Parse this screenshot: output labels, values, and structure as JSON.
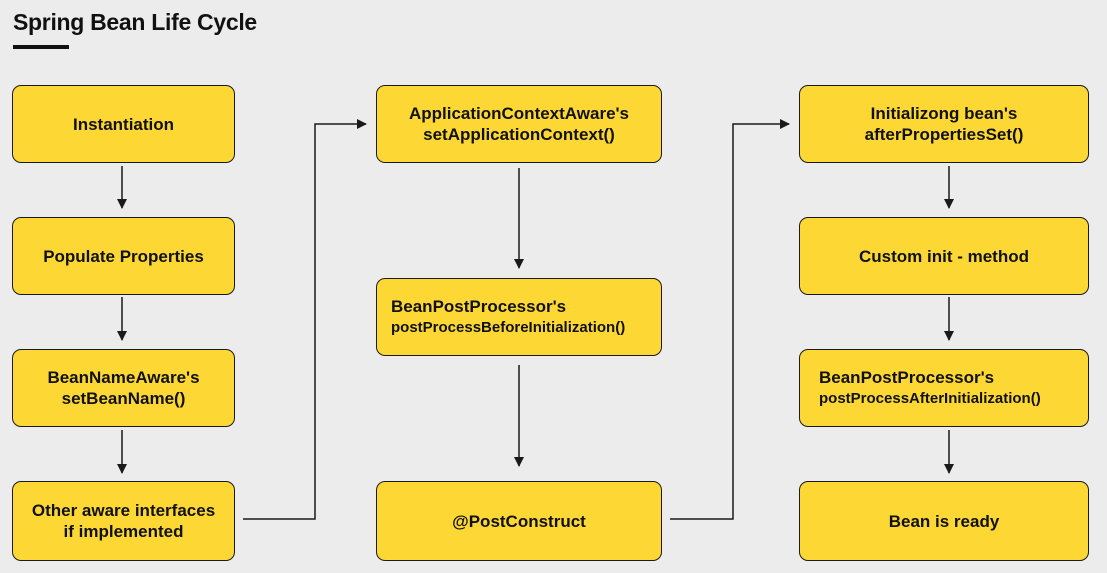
{
  "title": "Spring Bean Life Cycle",
  "colors": {
    "background": "#ececec",
    "node_fill": "#fdd835",
    "stroke": "#1a1a1a"
  },
  "nodes": {
    "instantiation": {
      "line1": "Instantiation"
    },
    "populate_properties": {
      "line1": "Populate Properties"
    },
    "bean_name_aware": {
      "line1": "BeanNameAware's",
      "line2": "setBeanName()"
    },
    "other_aware": {
      "line1": "Other aware interfaces",
      "line2": "if implemented"
    },
    "app_context_aware": {
      "line1": "ApplicationContextAware's",
      "line2": "setApplicationContext()"
    },
    "before_init": {
      "line1": "BeanPostProcessor's",
      "line2": "postProcessBeforeInitialization()"
    },
    "post_construct": {
      "line1": "@PostConstruct"
    },
    "after_properties_set": {
      "line1": "Initializong bean's",
      "line2": "afterPropertiesSet()"
    },
    "custom_init": {
      "line1": "Custom init - method"
    },
    "after_init": {
      "line1": "BeanPostProcessor's",
      "line2": "postProcessAfterInitialization()"
    },
    "bean_ready": {
      "line1": "Bean is ready"
    }
  }
}
